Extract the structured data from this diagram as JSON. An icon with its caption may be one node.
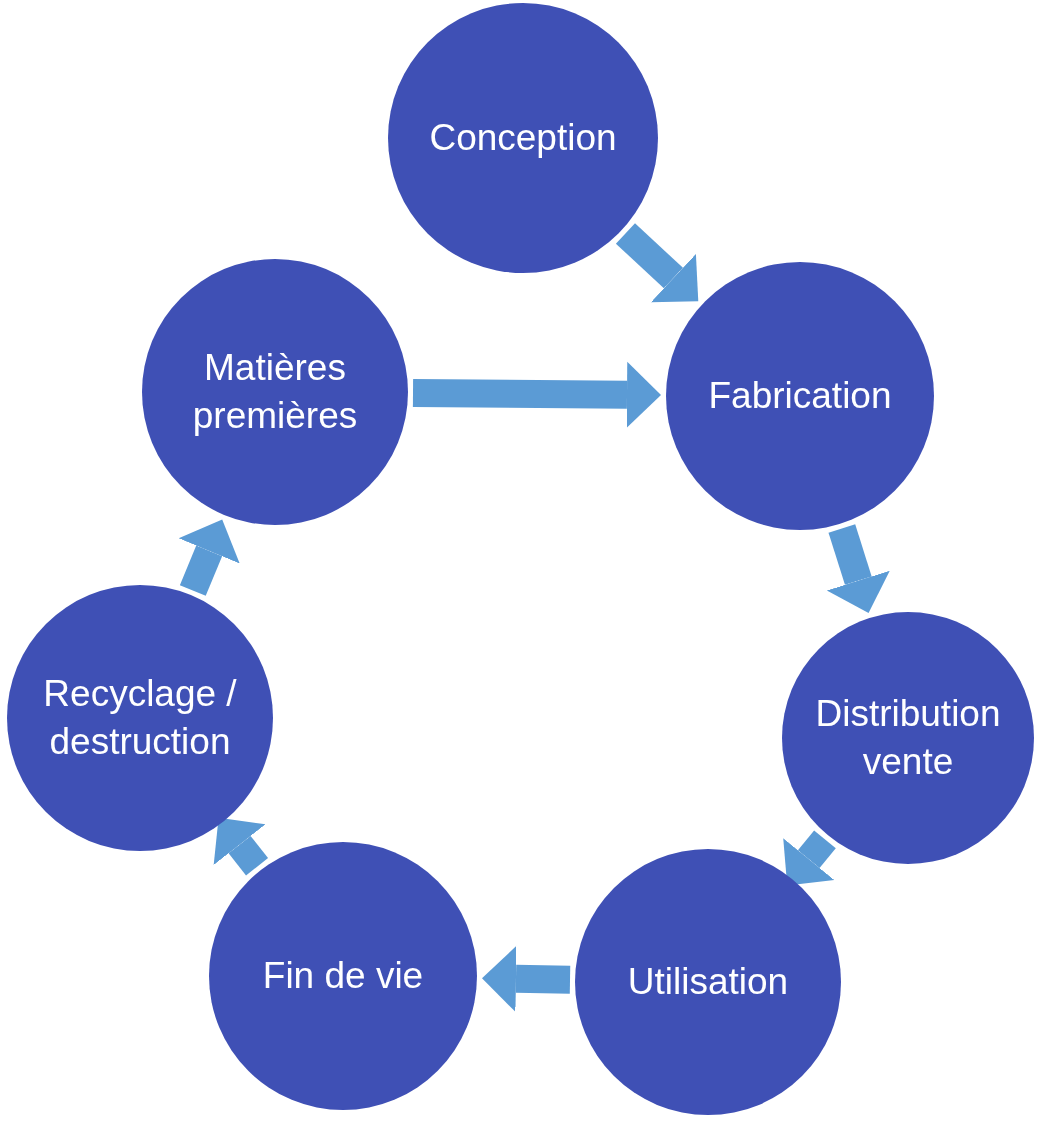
{
  "diagram": {
    "nodes": [
      {
        "text": [
          "Conception"
        ]
      },
      {
        "text": [
          "Matières premières"
        ]
      },
      {
        "text": [
          "Fabrication"
        ]
      },
      {
        "text": [
          "Distribution vente"
        ]
      },
      {
        "text": [
          "Utilisation"
        ]
      },
      {
        "text": [
          "Fin de vie"
        ]
      },
      {
        "text": [
          "Recyclage / destruction"
        ]
      }
    ],
    "edges": [
      {
        "from": 0,
        "to": 2,
        "arrow": "to"
      },
      {
        "from": 1,
        "to": 2,
        "arrow": "to"
      },
      {
        "from": 2,
        "to": 3,
        "arrow": "to"
      },
      {
        "from": 3,
        "to": 4,
        "arrow": "to"
      },
      {
        "from": 4,
        "to": 5,
        "arrow": "to"
      },
      {
        "from": 5,
        "to": 6,
        "arrow": "to"
      },
      {
        "from": 6,
        "to": 1,
        "arrow": "to"
      }
    ]
  }
}
